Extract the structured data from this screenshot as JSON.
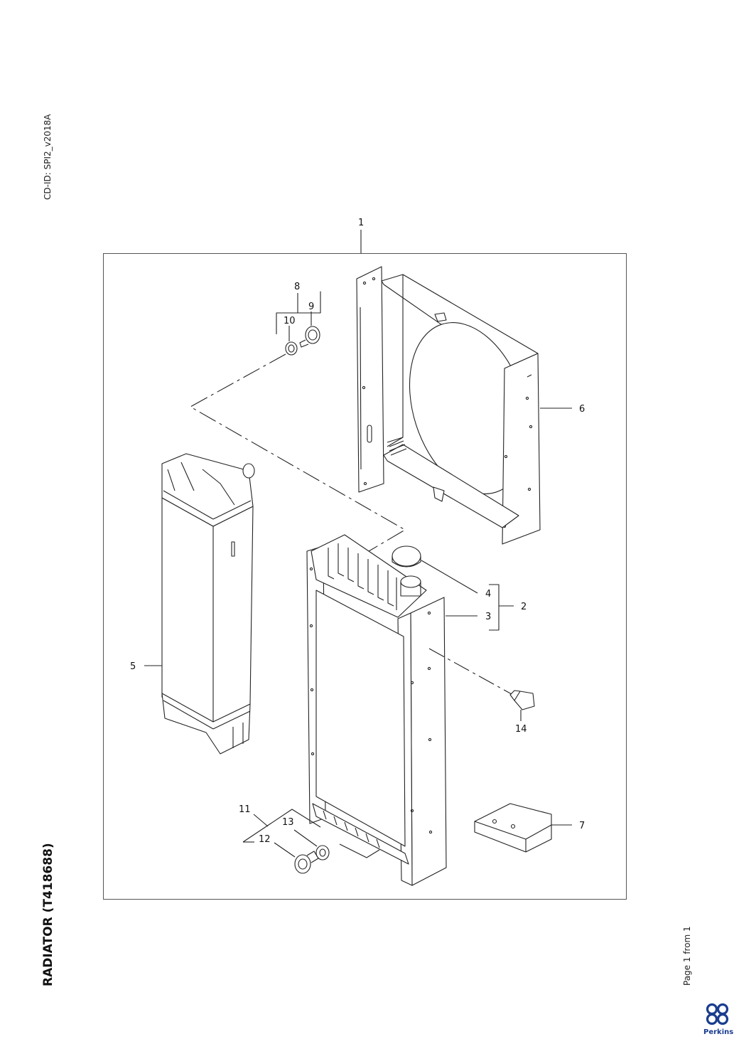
{
  "document": {
    "cd_id": "CD-ID: SPI2_v2018A",
    "title": "RADIATOR (T418688)",
    "page_label": "Page 1 from 1",
    "brand": "Perkins"
  },
  "callouts": [
    "1",
    "2",
    "3",
    "4",
    "5",
    "6",
    "7",
    "8",
    "9",
    "10",
    "11",
    "12",
    "13",
    "14"
  ],
  "colors": {
    "line": "#222222",
    "brand": "#1a3d8f"
  }
}
